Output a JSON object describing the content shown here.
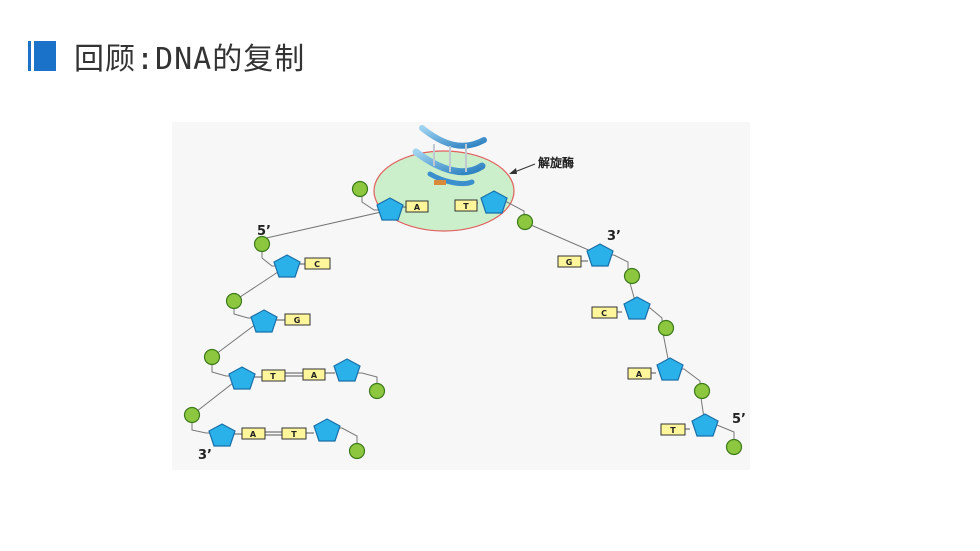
{
  "title": "回顾:DNA的复制",
  "colors": {
    "accent": "#1a73c8",
    "pentagon_fill": "#2ab1ea",
    "pentagon_stroke": "#1a6fa8",
    "phosphate_fill": "#8dc63f",
    "phosphate_stroke": "#3d7a1a",
    "base_fill": "#fff59a",
    "ellipse_fill": "#c6efc6",
    "ellipse_stroke": "#e05050"
  },
  "diagram": {
    "enzyme_label": "解旋酶",
    "labels": {
      "left_top": "5’",
      "left_bottom": "3’",
      "right_top": "3’",
      "right_bottom": "5’"
    },
    "bases": {
      "top_left": "A",
      "top_right": "T",
      "left_1": "C",
      "left_2": "G",
      "left_3": "T",
      "left_3_pair": "A",
      "left_4": "A",
      "left_4_pair": "T",
      "right_1": "G",
      "right_2": "C",
      "right_3": "A",
      "right_4": "T"
    }
  }
}
